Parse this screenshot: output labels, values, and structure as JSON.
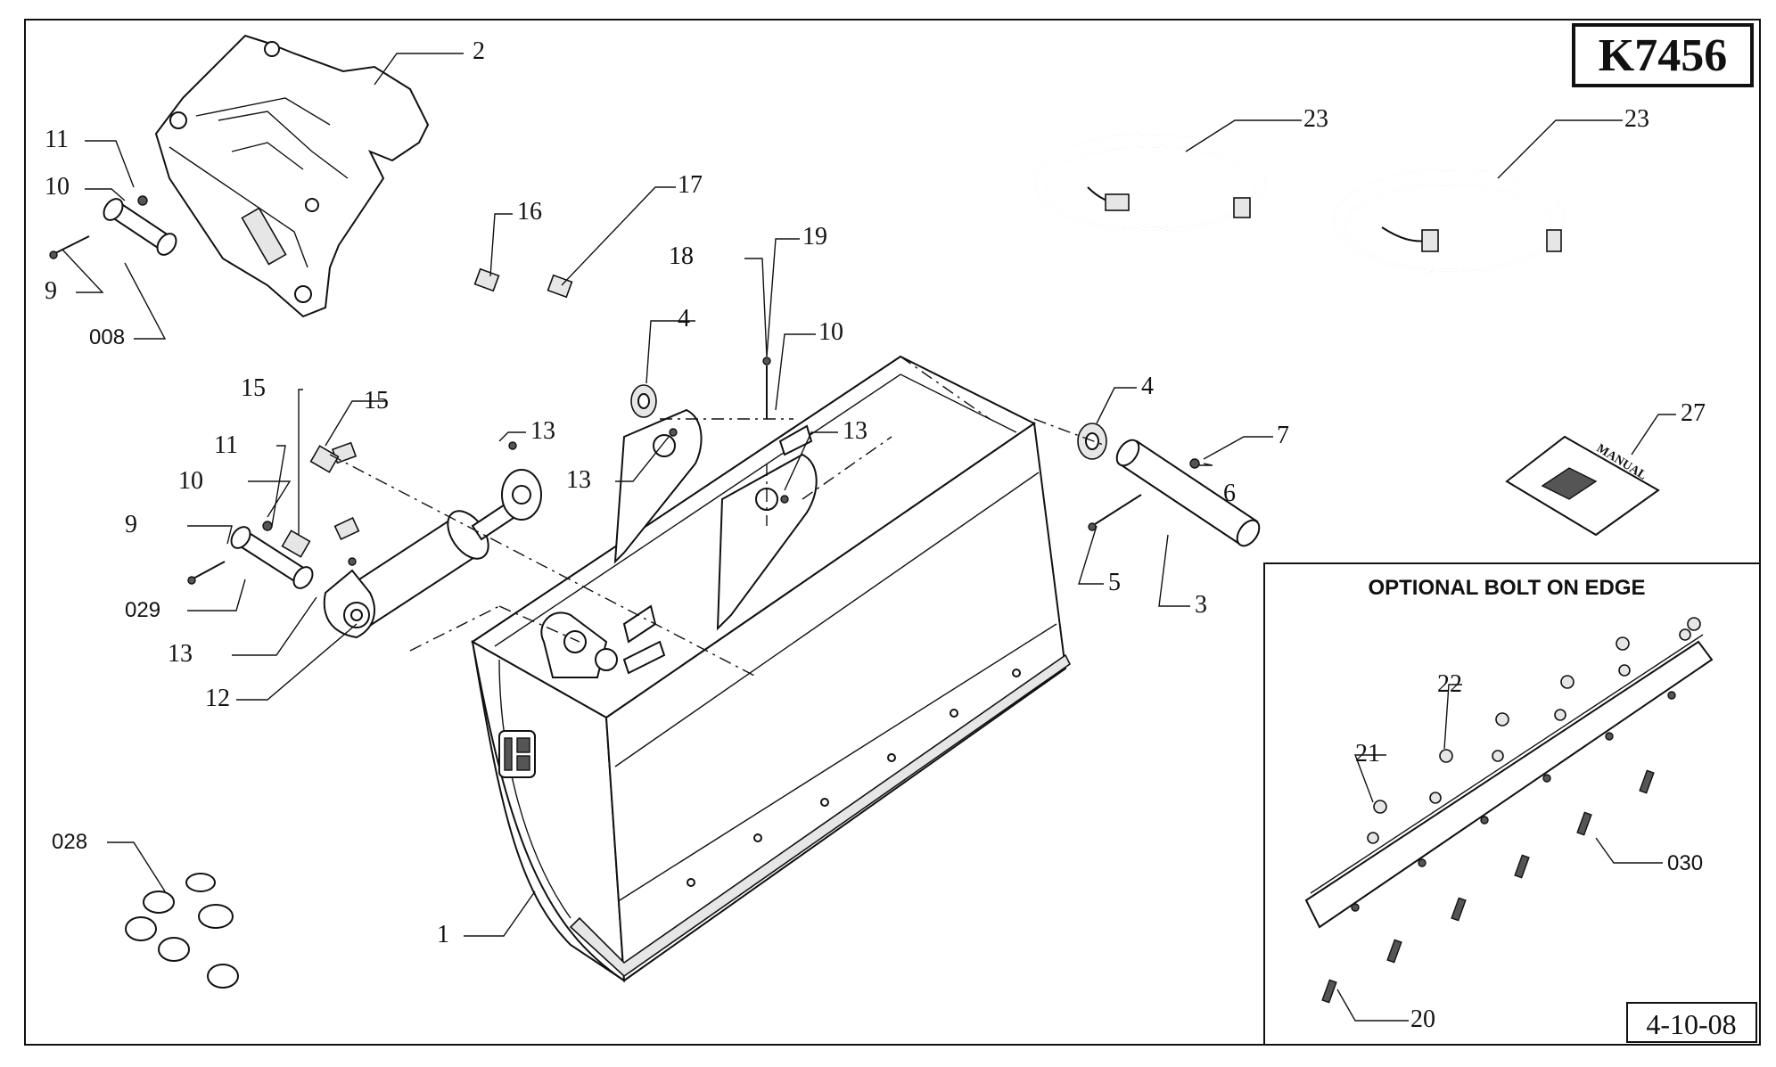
{
  "drawing_code": "K7456",
  "date": "4-10-08",
  "inset_title": "OPTIONAL BOLT ON EDGE",
  "manual_label": "MANUAL",
  "callouts": {
    "c1": "1",
    "c2": "2",
    "c3": "3",
    "c4a": "4",
    "c4b": "4",
    "c5": "5",
    "c6": "6",
    "c7": "7",
    "c008": "008",
    "c9a": "9",
    "c9b": "9",
    "c10a": "10",
    "c10b": "10",
    "c10c": "10",
    "c11a": "11",
    "c11b": "11",
    "c12": "12",
    "c13a": "13",
    "c13b": "13",
    "c13c": "13",
    "c13d": "13",
    "c15a": "15",
    "c15b": "15",
    "c16": "16",
    "c17": "17",
    "c18": "18",
    "c19": "19",
    "c20": "20",
    "c21": "21",
    "c22": "22",
    "c23a": "23",
    "c23b": "23",
    "c27": "27",
    "c028": "028",
    "c029": "029",
    "c030": "030"
  }
}
